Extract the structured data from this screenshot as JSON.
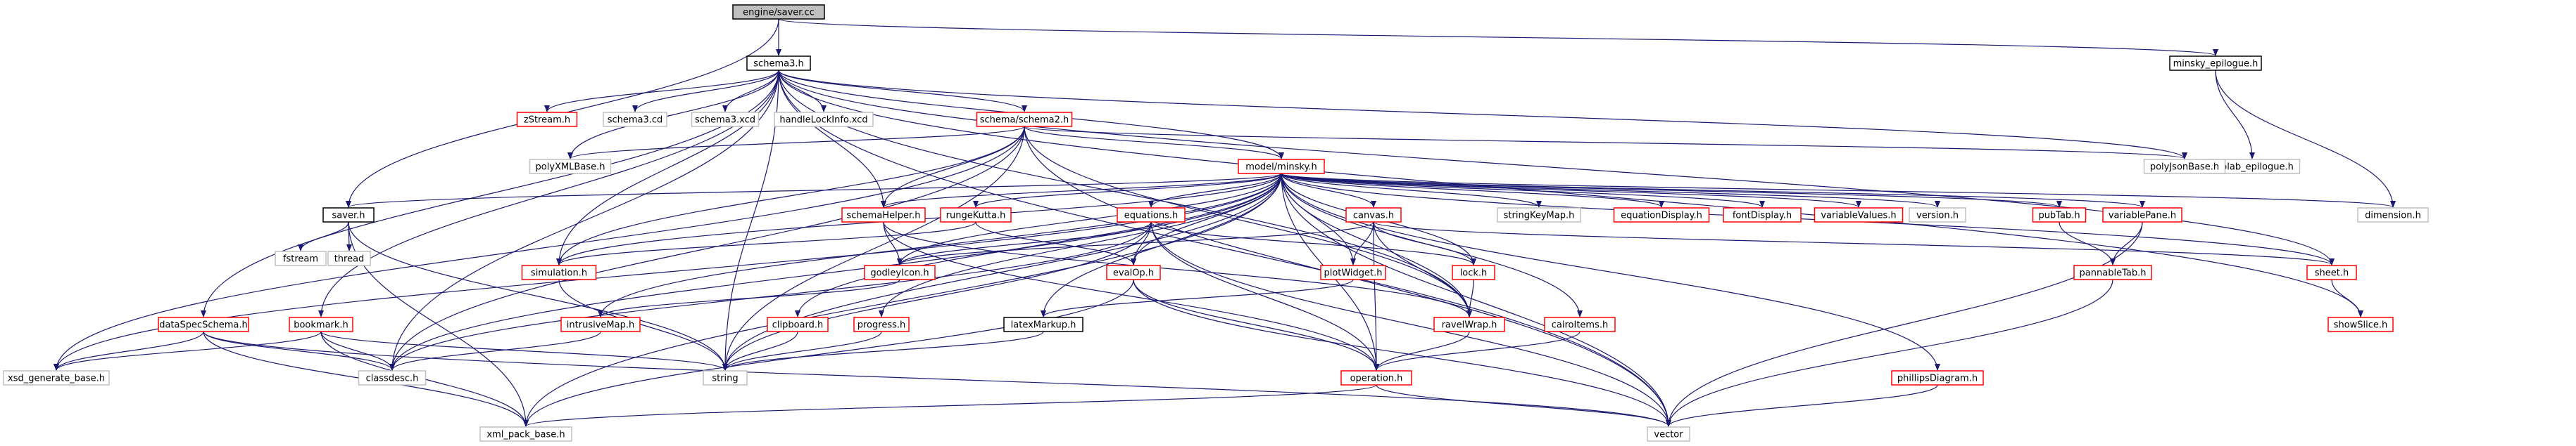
{
  "diagram": {
    "title": "",
    "colors": {
      "edge": "#191970",
      "root_fill": "#bfbfbf",
      "root_stroke": "#000000",
      "linked_stroke": "#000000",
      "missing_stroke": "#bfbfbf",
      "red_stroke": "#ff0000",
      "text": "#000000",
      "background": "#ffffff"
    },
    "nodes": [
      {
        "id": "saver_cc",
        "label": "engine/saver.cc",
        "style": "root"
      },
      {
        "id": "schema3_h",
        "label": "schema3.h",
        "style": "black"
      },
      {
        "id": "minsky_epilogue_h",
        "label": "minsky_epilogue.h",
        "style": "black"
      },
      {
        "id": "zStream_h",
        "label": "zStream.h",
        "style": "red"
      },
      {
        "id": "schema3_cd",
        "label": "schema3.cd",
        "style": "gray"
      },
      {
        "id": "schema3_xcd",
        "label": "schema3.xcd",
        "style": "gray"
      },
      {
        "id": "handleLockInfo_xcd",
        "label": "handleLockInfo.xcd",
        "style": "gray"
      },
      {
        "id": "schema2_h",
        "label": "schema/schema2.h",
        "style": "red"
      },
      {
        "id": "ecolab_epilogue_h",
        "label": "ecolab_epilogue.h",
        "style": "gray"
      },
      {
        "id": "polyXMLBase_h",
        "label": "polyXMLBase.h",
        "style": "gray"
      },
      {
        "id": "polyJsonBase_h",
        "label": "polyJsonBase.h",
        "style": "gray"
      },
      {
        "id": "minsky_h",
        "label": "model/minsky.h",
        "style": "red"
      },
      {
        "id": "saver_h",
        "label": "saver.h",
        "style": "black"
      },
      {
        "id": "schemaHelper_h",
        "label": "schemaHelper.h",
        "style": "red"
      },
      {
        "id": "rungeKutta_h",
        "label": "rungeKutta.h",
        "style": "red"
      },
      {
        "id": "equations_h",
        "label": "equations.h",
        "style": "red"
      },
      {
        "id": "canvas_h",
        "label": "canvas.h",
        "style": "red"
      },
      {
        "id": "stringKeyMap_h",
        "label": "stringKeyMap.h",
        "style": "gray"
      },
      {
        "id": "equationDisplay_h",
        "label": "equationDisplay.h",
        "style": "red"
      },
      {
        "id": "fontDisplay_h",
        "label": "fontDisplay.h",
        "style": "red"
      },
      {
        "id": "variableValues_h",
        "label": "variableValues.h",
        "style": "red"
      },
      {
        "id": "version_h",
        "label": "version.h",
        "style": "gray"
      },
      {
        "id": "pubTab_h",
        "label": "pubTab.h",
        "style": "red"
      },
      {
        "id": "variablePane_h",
        "label": "variablePane.h",
        "style": "red"
      },
      {
        "id": "dimension_h",
        "label": "dimension.h",
        "style": "gray"
      },
      {
        "id": "fstream",
        "label": "fstream",
        "style": "gray"
      },
      {
        "id": "thread",
        "label": "thread",
        "style": "gray"
      },
      {
        "id": "simulation_h",
        "label": "simulation.h",
        "style": "red"
      },
      {
        "id": "godleyIcon_h",
        "label": "godleyIcon.h",
        "style": "red"
      },
      {
        "id": "evalOp_h",
        "label": "evalOp.h",
        "style": "red"
      },
      {
        "id": "lock_h",
        "label": "lock.h",
        "style": "red"
      },
      {
        "id": "plotWidget_h",
        "label": "plotWidget.h",
        "style": "red"
      },
      {
        "id": "sheet_h",
        "label": "sheet.h",
        "style": "red"
      },
      {
        "id": "pannableTab_h",
        "label": "pannableTab.h",
        "style": "red"
      },
      {
        "id": "dataSpecSchema_h",
        "label": "dataSpecSchema.h",
        "style": "red"
      },
      {
        "id": "bookmark_h",
        "label": "bookmark.h",
        "style": "red"
      },
      {
        "id": "intrusiveMap_h",
        "label": "intrusiveMap.h",
        "style": "red"
      },
      {
        "id": "clipboard_h",
        "label": "clipboard.h",
        "style": "red"
      },
      {
        "id": "progress_h",
        "label": "progress.h",
        "style": "red"
      },
      {
        "id": "latexMarkup_h",
        "label": "latexMarkup.h",
        "style": "black"
      },
      {
        "id": "ravelWrap_h",
        "label": "ravelWrap.h",
        "style": "red"
      },
      {
        "id": "CairoItems_h",
        "label": "cairoItems.h",
        "style": "red"
      },
      {
        "id": "showSlice_h",
        "label": "showSlice.h",
        "style": "red"
      },
      {
        "id": "xsd_generate_base_h",
        "label": "xsd_generate_base.h",
        "style": "gray"
      },
      {
        "id": "classdesc_h",
        "label": "classdesc.h",
        "style": "gray"
      },
      {
        "id": "string",
        "label": "string",
        "style": "gray"
      },
      {
        "id": "operation_h",
        "label": "operation.h",
        "style": "red"
      },
      {
        "id": "phillipsDiagram_h",
        "label": "phillipsDiagram.h",
        "style": "red"
      },
      {
        "id": "xml_pack_base_h",
        "label": "xml_pack_base.h",
        "style": "gray"
      },
      {
        "id": "vector",
        "label": "vector",
        "style": "gray"
      }
    ],
    "edges": [
      [
        "saver_cc",
        "schema3_h"
      ],
      [
        "saver_cc",
        "minsky_epilogue_h"
      ],
      [
        "saver_cc",
        "saver_h"
      ],
      [
        "schema3_h",
        "zStream_h"
      ],
      [
        "schema3_h",
        "schema3_cd"
      ],
      [
        "schema3_h",
        "schema3_xcd"
      ],
      [
        "schema3_h",
        "handleLockInfo_xcd"
      ],
      [
        "schema3_h",
        "schema2_h"
      ],
      [
        "schema3_h",
        "polyXMLBase_h"
      ],
      [
        "schema3_h",
        "polyJsonBase_h"
      ],
      [
        "schema3_h",
        "minsky_h"
      ],
      [
        "schema3_h",
        "schemaHelper_h"
      ],
      [
        "schema3_h",
        "simulation_h"
      ],
      [
        "schema3_h",
        "sheet_h"
      ],
      [
        "schema3_h",
        "ravelWrap_h"
      ],
      [
        "schema3_h",
        "showSlice_h"
      ],
      [
        "schema3_h",
        "dataSpecSchema_h"
      ],
      [
        "schema3_h",
        "bookmark_h"
      ],
      [
        "schema3_h",
        "string"
      ],
      [
        "schema3_h",
        "vector"
      ],
      [
        "schema3_h",
        "classdesc_h"
      ],
      [
        "minsky_epilogue_h",
        "ecolab_epilogue_h"
      ],
      [
        "minsky_epilogue_h",
        "dimension_h"
      ],
      [
        "schema2_h",
        "polyXMLBase_h"
      ],
      [
        "schema2_h",
        "polyJsonBase_h"
      ],
      [
        "schema2_h",
        "minsky_h"
      ],
      [
        "schema2_h",
        "schemaHelper_h"
      ],
      [
        "schema2_h",
        "simulation_h"
      ],
      [
        "schema2_h",
        "classdesc_h"
      ],
      [
        "schema2_h",
        "xsd_generate_base_h"
      ],
      [
        "schema2_h",
        "string"
      ],
      [
        "schema2_h",
        "vector"
      ],
      [
        "schema2_h",
        "ravelWrap_h"
      ],
      [
        "minsky_h",
        "saver_h"
      ],
      [
        "minsky_h",
        "rungeKutta_h"
      ],
      [
        "minsky_h",
        "equations_h"
      ],
      [
        "minsky_h",
        "canvas_h"
      ],
      [
        "minsky_h",
        "stringKeyMap_h"
      ],
      [
        "minsky_h",
        "equationDisplay_h"
      ],
      [
        "minsky_h",
        "fontDisplay_h"
      ],
      [
        "minsky_h",
        "variableValues_h"
      ],
      [
        "minsky_h",
        "version_h"
      ],
      [
        "minsky_h",
        "pubTab_h"
      ],
      [
        "minsky_h",
        "variablePane_h"
      ],
      [
        "minsky_h",
        "dimension_h"
      ],
      [
        "minsky_h",
        "schemaHelper_h"
      ],
      [
        "minsky_h",
        "simulation_h"
      ],
      [
        "minsky_h",
        "godleyIcon_h"
      ],
      [
        "minsky_h",
        "evalOp_h"
      ],
      [
        "minsky_h",
        "lock_h"
      ],
      [
        "minsky_h",
        "plotWidget_h"
      ],
      [
        "minsky_h",
        "intrusiveMap_h"
      ],
      [
        "minsky_h",
        "clipboard_h"
      ],
      [
        "minsky_h",
        "progress_h"
      ],
      [
        "minsky_h",
        "latexMarkup_h"
      ],
      [
        "minsky_h",
        "ravelWrap_h"
      ],
      [
        "minsky_h",
        "CairoItems_h"
      ],
      [
        "minsky_h",
        "operation_h"
      ],
      [
        "minsky_h",
        "phillipsDiagram_h"
      ],
      [
        "minsky_h",
        "xml_pack_base_h"
      ],
      [
        "minsky_h",
        "string"
      ],
      [
        "minsky_h",
        "vector"
      ],
      [
        "minsky_h",
        "sheet_h"
      ],
      [
        "minsky_h",
        "xsd_generate_base_h"
      ],
      [
        "minsky_h",
        "classdesc_h"
      ],
      [
        "saver_h",
        "fstream"
      ],
      [
        "saver_h",
        "thread"
      ],
      [
        "saver_h",
        "string"
      ],
      [
        "saver_h",
        "xml_pack_base_h"
      ],
      [
        "schemaHelper_h",
        "godleyIcon_h"
      ],
      [
        "schemaHelper_h",
        "operation_h"
      ],
      [
        "schemaHelper_h",
        "ravelWrap_h"
      ],
      [
        "rungeKutta_h",
        "simulation_h"
      ],
      [
        "rungeKutta_h",
        "evalOp_h"
      ],
      [
        "equations_h",
        "godleyIcon_h"
      ],
      [
        "equations_h",
        "evalOp_h"
      ],
      [
        "equations_h",
        "operation_h"
      ],
      [
        "equations_h",
        "lock_h"
      ],
      [
        "equations_h",
        "string"
      ],
      [
        "equations_h",
        "vector"
      ],
      [
        "equations_h",
        "classdesc_h"
      ],
      [
        "canvas_h",
        "godleyIcon_h"
      ],
      [
        "canvas_h",
        "plotWidget_h"
      ],
      [
        "canvas_h",
        "lock_h"
      ],
      [
        "canvas_h",
        "ravelWrap_h"
      ],
      [
        "canvas_h",
        "operation_h"
      ],
      [
        "canvas_h",
        "sheet_h"
      ],
      [
        "pubTab_h",
        "pannableTab_h"
      ],
      [
        "variablePane_h",
        "pannableTab_h"
      ],
      [
        "variablePane_h",
        "vector"
      ],
      [
        "pannableTab_h",
        "vector"
      ],
      [
        "sheet_h",
        "showSlice_h"
      ],
      [
        "simulation_h",
        "string"
      ],
      [
        "godleyIcon_h",
        "intrusiveMap_h"
      ],
      [
        "evalOp_h",
        "operation_h"
      ],
      [
        "evalOp_h",
        "xml_pack_base_h"
      ],
      [
        "evalOp_h",
        "vector"
      ],
      [
        "lock_h",
        "ravelWrap_h"
      ],
      [
        "plotWidget_h",
        "latexMarkup_h"
      ],
      [
        "intrusiveMap_h",
        "classdesc_h"
      ],
      [
        "clipboard_h",
        "string"
      ],
      [
        "progress_h",
        "string"
      ],
      [
        "latexMarkup_h",
        "string"
      ],
      [
        "ravelWrap_h",
        "operation_h"
      ],
      [
        "CairoItems_h",
        "operation_h"
      ],
      [
        "operation_h",
        "xml_pack_base_h"
      ],
      [
        "operation_h",
        "vector"
      ],
      [
        "phillipsDiagram_h",
        "vector"
      ],
      [
        "dataSpecSchema_h",
        "xsd_generate_base_h"
      ],
      [
        "dataSpecSchema_h",
        "classdesc_h"
      ],
      [
        "dataSpecSchema_h",
        "xml_pack_base_h"
      ],
      [
        "dataSpecSchema_h",
        "vector"
      ],
      [
        "bookmark_h",
        "classdesc_h"
      ],
      [
        "bookmark_h",
        "xml_pack_base_h"
      ],
      [
        "bookmark_h",
        "string"
      ],
      [
        "bookmark_h",
        "xsd_generate_base_h"
      ]
    ]
  }
}
